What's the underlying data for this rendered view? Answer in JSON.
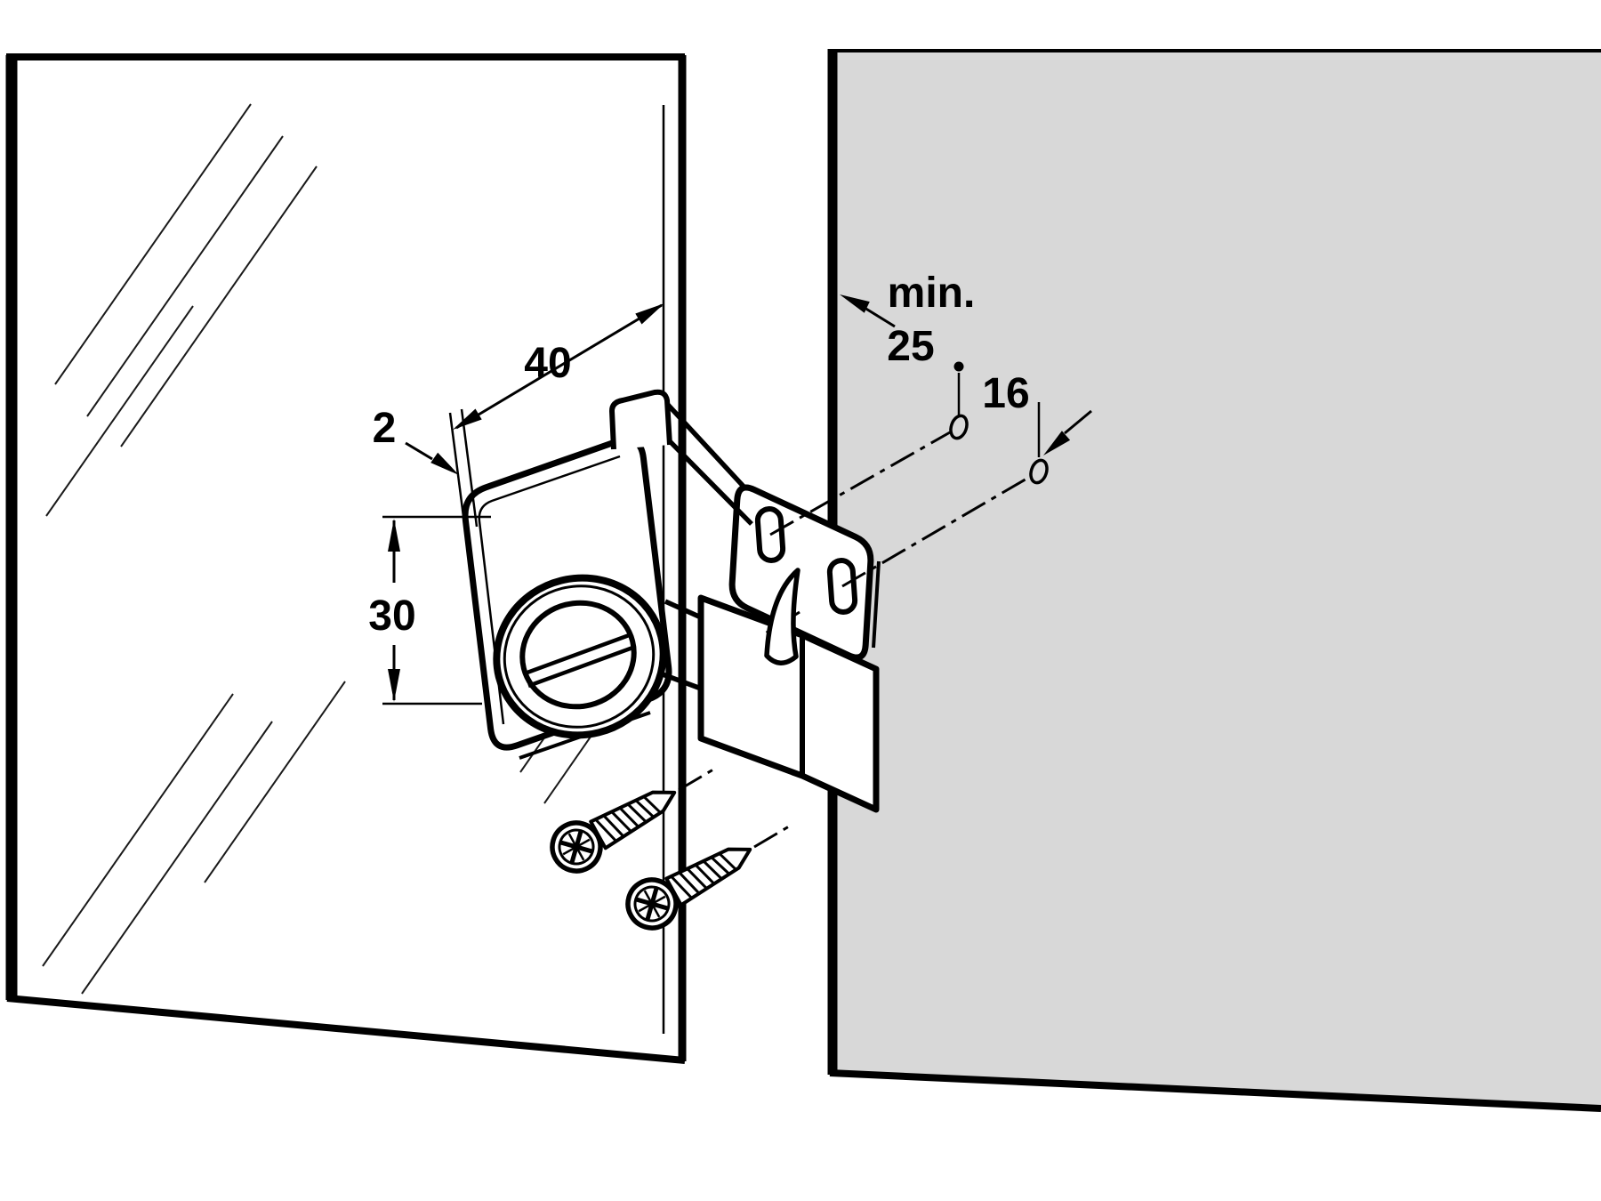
{
  "labels": {
    "dim_width": "40",
    "dim_gap": "2",
    "dim_height": "30",
    "min_prefix": "min.",
    "dim_min_distance": "25",
    "dim_bore_distance": "16"
  },
  "colors": {
    "panel_gray": "#d8d8d8",
    "ink": "#000000",
    "background": "#ffffff"
  }
}
